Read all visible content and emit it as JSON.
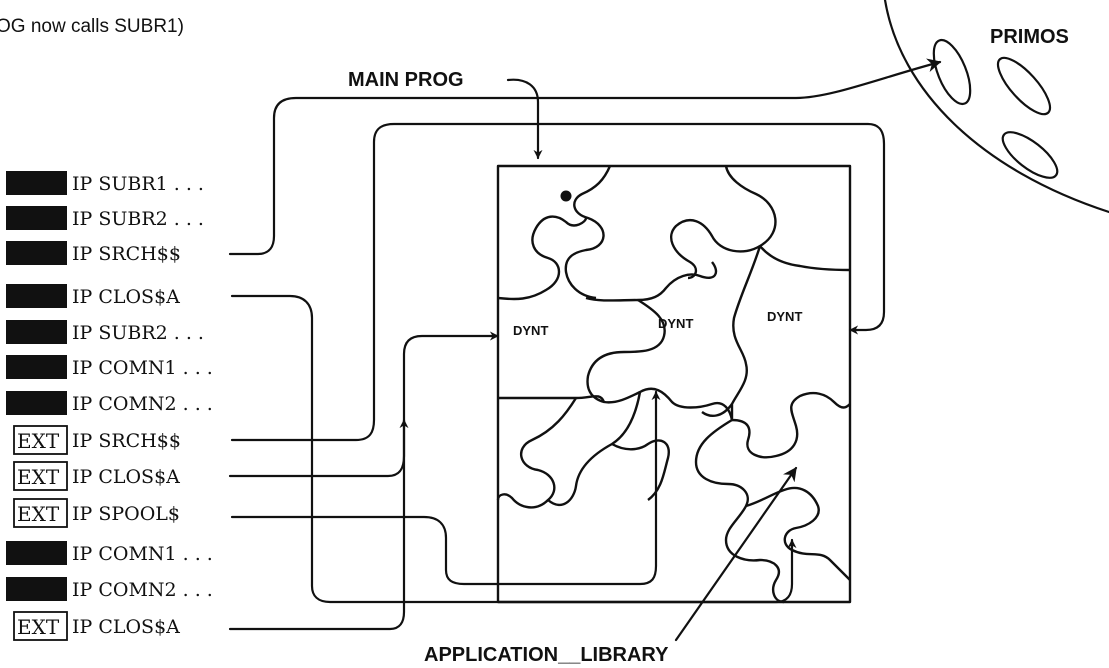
{
  "caption": "OG now calls SUBR1)",
  "labels": {
    "primos": "PRIMOS",
    "main_prog": "MAIN PROG",
    "application_library": "APPLICATION__LIBRARY",
    "dynt_1": "DYNT",
    "dynt_2": "DYNT",
    "dynt_3": "DYNT"
  },
  "entries": [
    {
      "marker": "filled",
      "tag": "",
      "text": "IP SUBR1 . . ."
    },
    {
      "marker": "filled",
      "tag": "",
      "text": "IP SUBR2 . . ."
    },
    {
      "marker": "filled",
      "tag": "",
      "text": "IP SRCH$$"
    },
    {
      "marker": "filled",
      "tag": "",
      "text": "IP CLOS$A"
    },
    {
      "marker": "filled",
      "tag": "",
      "text": "IP SUBR2 . . ."
    },
    {
      "marker": "filled",
      "tag": "",
      "text": "IP COMN1 . . ."
    },
    {
      "marker": "filled",
      "tag": "",
      "text": "IP COMN2 . . ."
    },
    {
      "marker": "boxed",
      "tag": "EXT",
      "text": "IP SRCH$$"
    },
    {
      "marker": "boxed",
      "tag": "EXT",
      "text": "IP CLOS$A"
    },
    {
      "marker": "boxed",
      "tag": "EXT",
      "text": "IP SPOOL$"
    },
    {
      "marker": "filled",
      "tag": "",
      "text": "IP COMN1 . . ."
    },
    {
      "marker": "filled",
      "tag": "",
      "text": "IP COMN2 . . ."
    },
    {
      "marker": "boxed",
      "tag": "EXT",
      "text": "IP CLOS$A"
    }
  ]
}
